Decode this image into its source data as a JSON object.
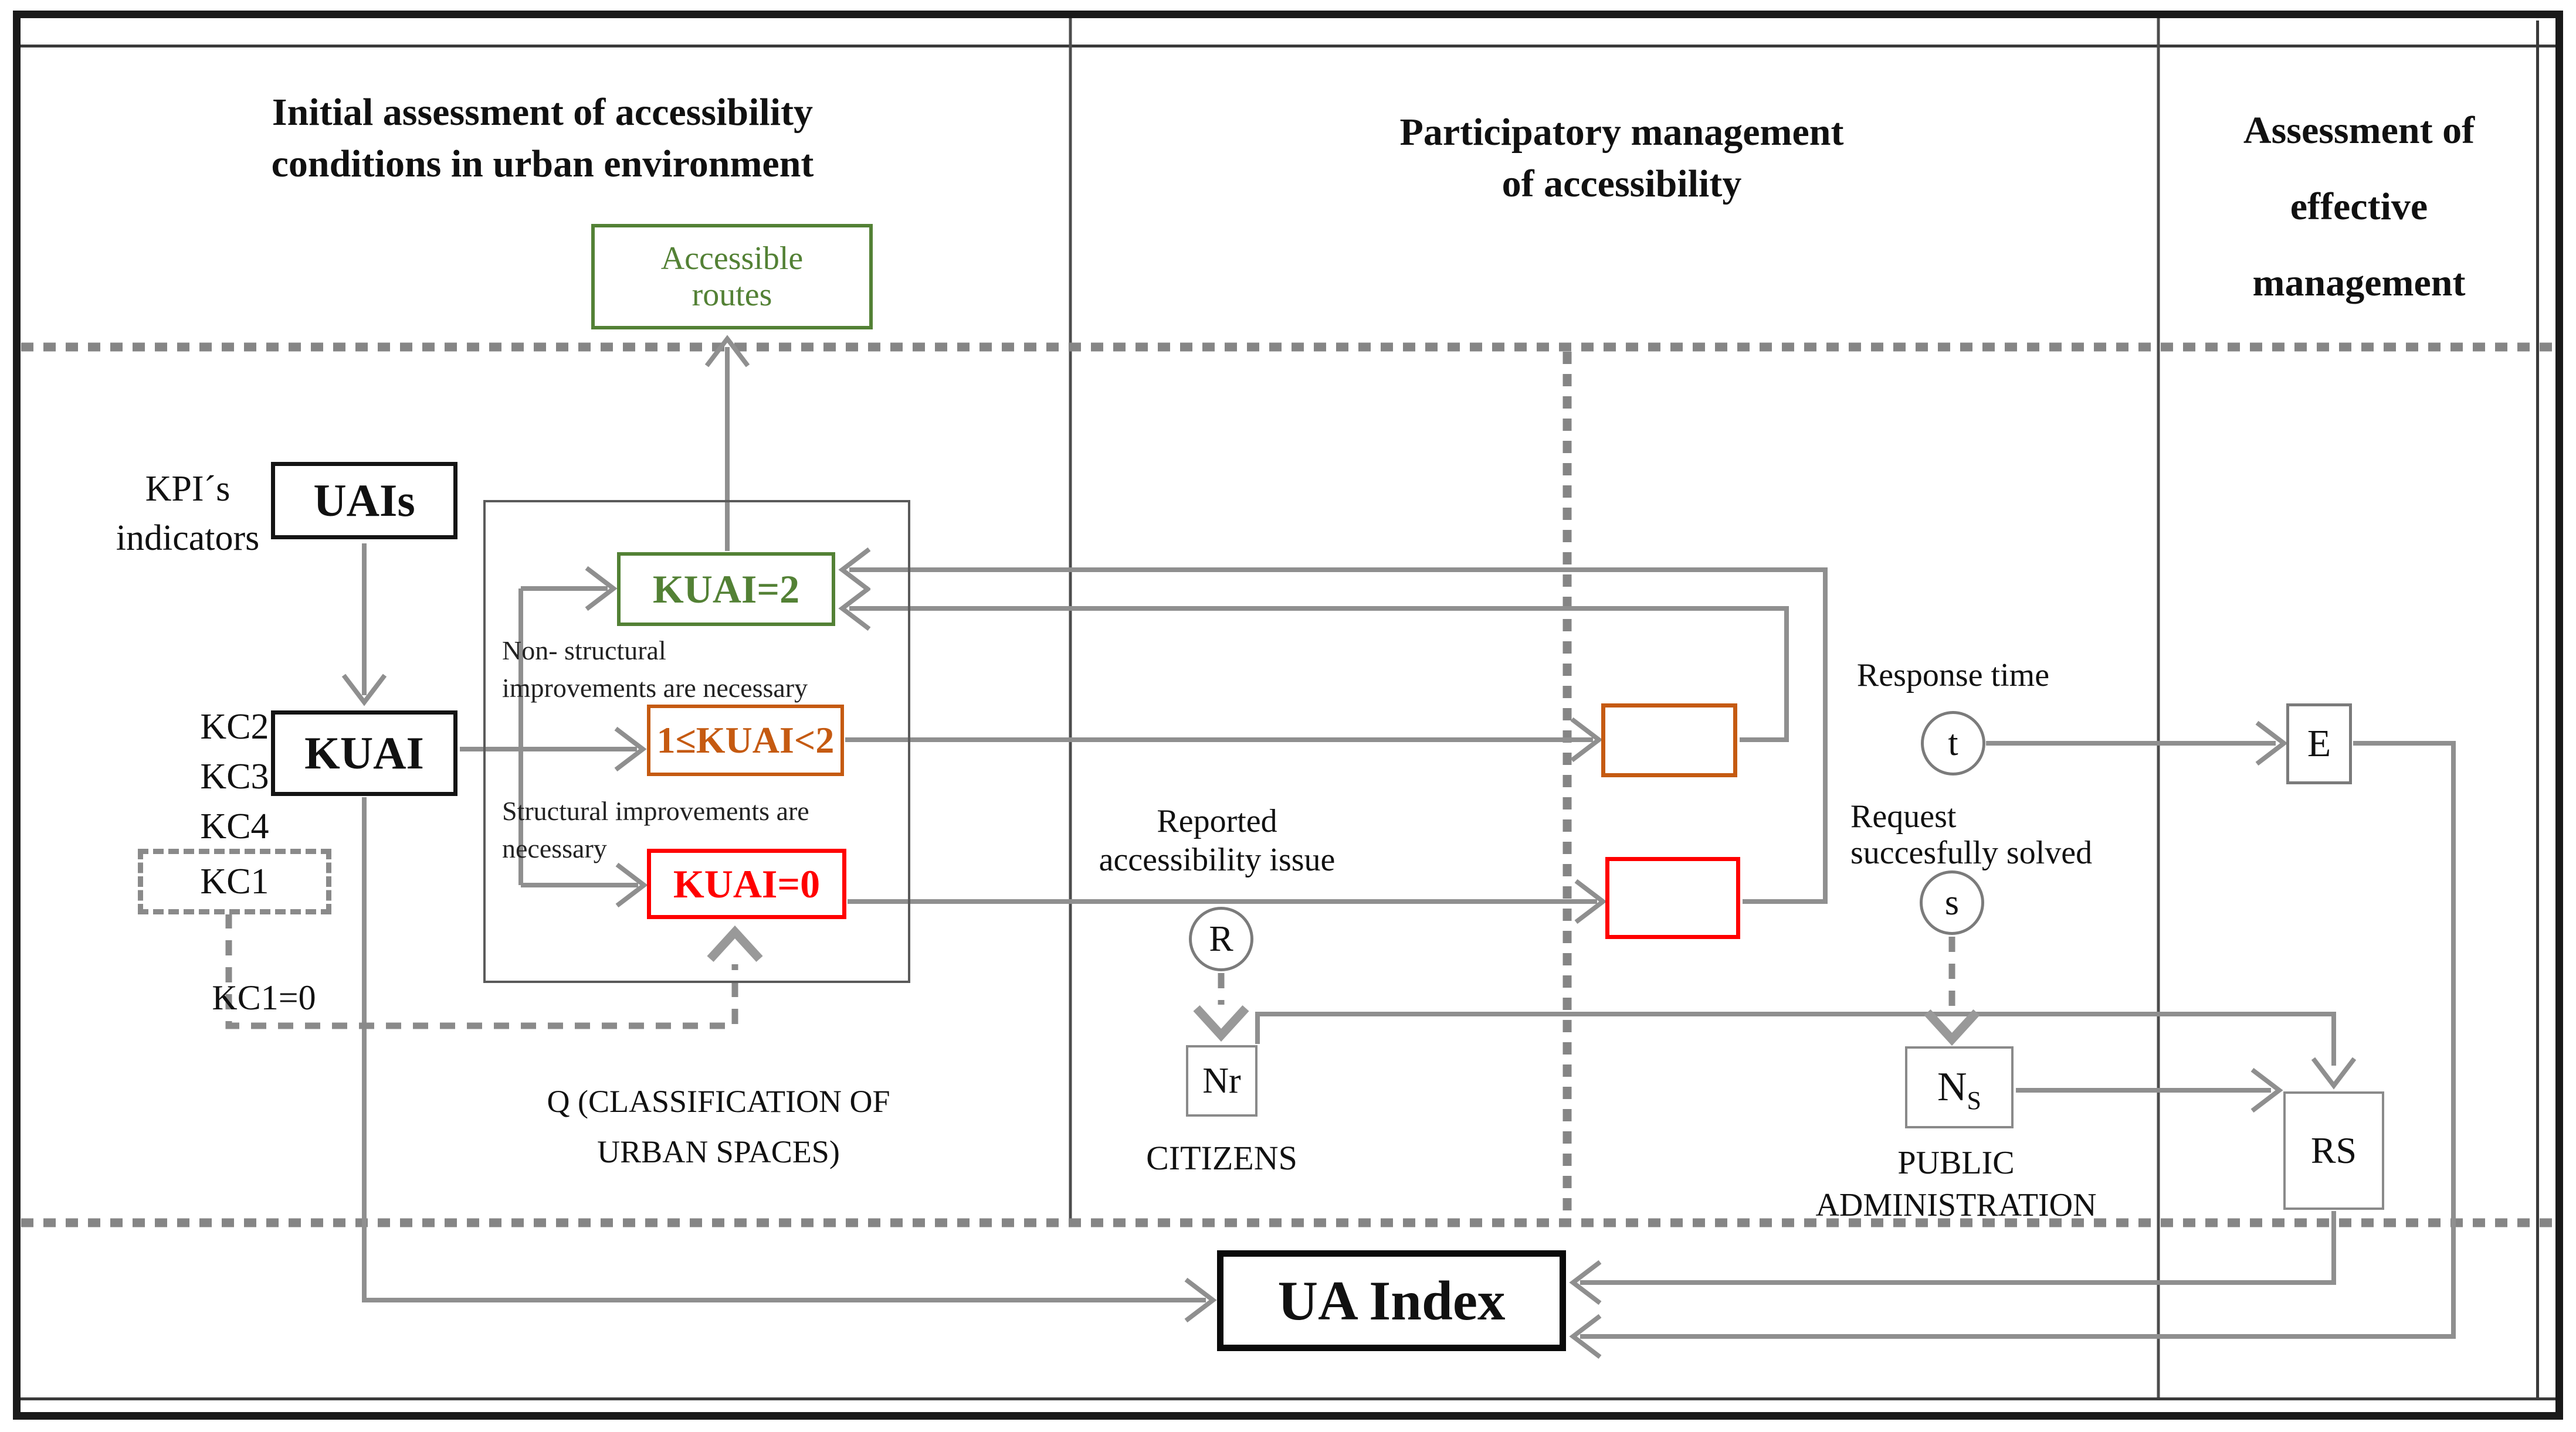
{
  "headers": {
    "col1": {
      "line1": "Initial assessment of accessibility",
      "line2": "conditions in urban environment"
    },
    "col2": {
      "line1": "Participatory management",
      "line2": "of accessibility"
    },
    "col3": {
      "line1": "Assessment of",
      "line2": "effective",
      "line3": "management"
    }
  },
  "left": {
    "kpi": {
      "line1": "KPI´s",
      "line2": "indicators"
    },
    "uais": "UAIs",
    "kuai": "KUAI",
    "kc2": "KC2",
    "kc3": "KC3",
    "kc4": "KC4",
    "kc1": "KC1",
    "kc1_zero": "KC1=0",
    "accessible_routes": {
      "line1": "Accessible",
      "line2": "routes"
    },
    "kuai2": "KUAI=2",
    "kuai_mid": "1≤KUAI<2",
    "kuai0": "KUAI=0",
    "non_structural": {
      "line1": "Non- structural",
      "line2": "improvements are necessary"
    },
    "structural": {
      "line1": "Structural improvements are",
      "line2": "necessary"
    },
    "q_label": {
      "line1": "Q (CLASSIFICATION OF",
      "line2": "URBAN SPACES)"
    }
  },
  "middle": {
    "reported": {
      "line1": "Reported",
      "line2": "accessibility issue"
    },
    "r": "R",
    "nr": "Nr",
    "citizens": "CITIZENS",
    "response_time": "Response time",
    "t": "t",
    "request": {
      "line1": "Request",
      "line2": "succesfully solved"
    },
    "s": "s",
    "ns": {
      "base": "N",
      "sub": "S"
    },
    "public_administration": {
      "line1": "PUBLIC",
      "line2": "ADMINISTRATION"
    }
  },
  "right": {
    "e": "E",
    "rs": "RS"
  },
  "footer": {
    "ua_index": "UA Index"
  },
  "colors": {
    "green": "#538135",
    "orange": "#C55A11",
    "red": "#FF0000",
    "wire_gray": "#8F8F8F",
    "dashed_gray": "#8A8A8A",
    "divider_gray": "#4D4D4D",
    "frame_black": "#1A1A1A"
  }
}
